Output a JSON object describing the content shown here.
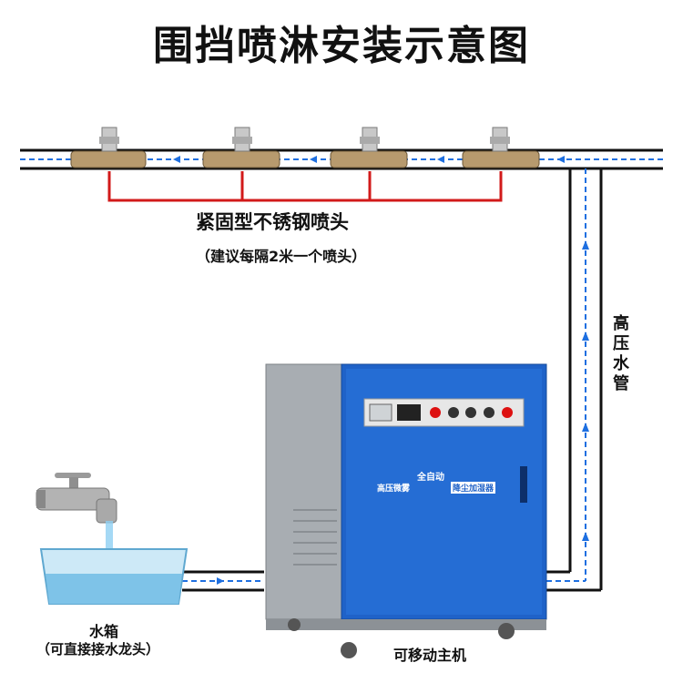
{
  "title": "围挡喷淋安装示意图",
  "nozzle_label": "紧固型不锈钢喷头",
  "nozzle_note": "（建议每隔2米一个喷头）",
  "high_pressure_pipe_label": "高压水管",
  "tank_label": "水箱",
  "tap_note": "（可直接接水龙头）",
  "machine_label": "可移动主机",
  "machine_panel": {
    "auto_label": "全自动",
    "product_label": "高压微雾",
    "product_badge": "降尘加湿器"
  },
  "colors": {
    "pipe": "#111111",
    "water_flow": "#1e6fe0",
    "nozzle_drop": "#d21a1a",
    "machine_body": "#1f62c8",
    "machine_side": "#a8adb2",
    "tank_water": "#7ec3e8"
  },
  "icons": [
    "faucet-icon",
    "water-tank-icon",
    "nozzle-icon",
    "flow-arrow-icon",
    "pump-machine-icon"
  ]
}
